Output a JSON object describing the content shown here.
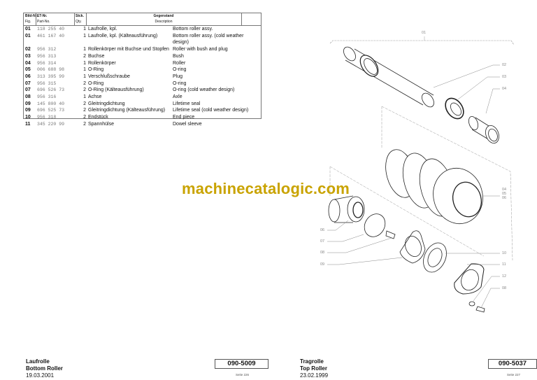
{
  "table": {
    "headers": {
      "fig_de": "Bild-Nr.",
      "fig_en": "Fig.",
      "part_de": "ET-Nr.",
      "part_en": "Part-No.",
      "qty_de": "Stck.",
      "qty_en": "Qty.",
      "desc_de": "Gegenstand",
      "desc_en": "Description"
    },
    "rows": [
      {
        "fig": "01",
        "part": "118 255 40",
        "qty": "1",
        "de": "Laufrolle, kpl.",
        "en": "Bottom roller assy."
      },
      {
        "fig": "01",
        "part": "461 167 40",
        "qty": "1",
        "de": "Laufrolle, kpl. (Kälteausführung)",
        "en": "Bottom roller assy. (cold weather",
        "en2": "design)"
      },
      {
        "fig": "02",
        "part": "956 312",
        "qty": "1",
        "de": "Rollenkörper mit Buchse und Stopfen",
        "en": "Roller with bush and plug"
      },
      {
        "fig": "03",
        "part": "956 313",
        "qty": "2",
        "de": "Buchse",
        "en": "Bush"
      },
      {
        "fig": "04",
        "part": "956 314",
        "qty": "1",
        "de": "Rollenkörper",
        "en": "Roller"
      },
      {
        "fig": "05",
        "part": "006 688 98",
        "qty": "1",
        "de": "O-Ring",
        "en": "O-ring"
      },
      {
        "fig": "06",
        "part": "313 395 99",
        "qty": "1",
        "de": "Verschlußschraube",
        "en": "Plug"
      },
      {
        "fig": "07",
        "part": "956 315",
        "qty": "2",
        "de": "O-Ring",
        "en": "O-ring"
      },
      {
        "fig": "07",
        "part": "696 526 73",
        "qty": "2",
        "de": "O-Ring (Kälteausführung)",
        "en": "O-ring (cold weather design)"
      },
      {
        "fig": "08",
        "part": "956 316",
        "qty": "1",
        "de": "Achse",
        "en": "Axle"
      },
      {
        "fig": "09",
        "part": "145 800 40",
        "qty": "2",
        "de": "Gleitringdichtung",
        "en": "Lifetime seal"
      },
      {
        "fig": "09",
        "part": "696 525 73",
        "qty": "2",
        "de": "Gleitringdichtung (Kälteausführung)",
        "en": "Lifetime seal (cold weather design)"
      },
      {
        "fig": "10",
        "part": "956 318",
        "qty": "2",
        "de": "Endstück",
        "en": "End piece"
      },
      {
        "fig": "11",
        "part": "345 220 99",
        "qty": "2",
        "de": "Spannhülse",
        "en": "Dowel sleeve"
      }
    ]
  },
  "callouts": [
    "01",
    "02",
    "03",
    "04",
    "04\n05\n06",
    "06",
    "07",
    "08",
    "09",
    "10",
    "11",
    "12",
    "08"
  ],
  "watermark": "machinecatalogic.com",
  "footer_left": {
    "title_de": "Laufrolle",
    "title_en": "Bottom Roller",
    "date": "19.03.2001",
    "code": "090-5009",
    "page": "Seite 226"
  },
  "footer_right": {
    "title_de": "Tragrolle",
    "title_en": "Top Roller",
    "date": "23.02.1999",
    "code": "090-5037",
    "page": "Seite 227"
  },
  "colors": {
    "watermark": "#c9a300"
  }
}
